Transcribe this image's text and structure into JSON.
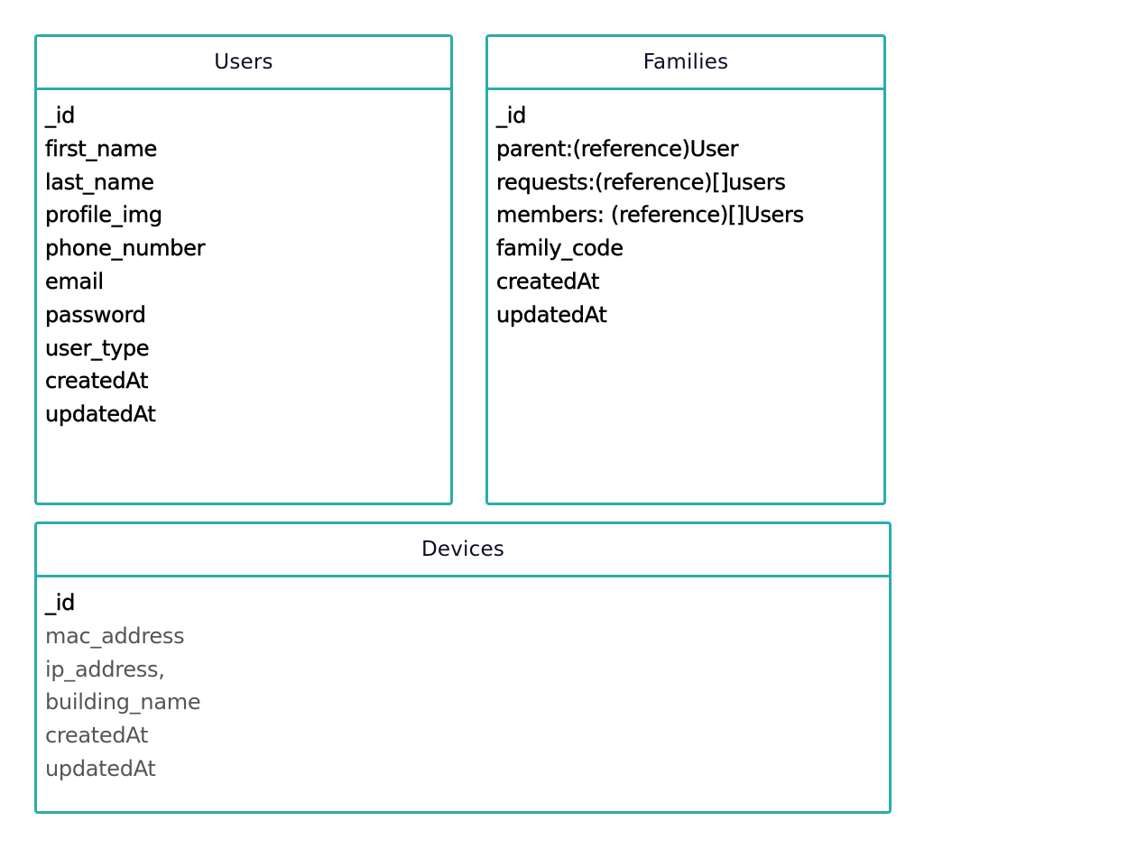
{
  "entities": {
    "users": {
      "title": "Users",
      "fields": [
        "_id",
        "first_name",
        "last_name",
        "profile_img",
        "phone_number",
        "email",
        "password",
        "user_type",
        "createdAt",
        "updatedAt"
      ]
    },
    "families": {
      "title": "Families",
      "fields": [
        "_id",
        "parent:(reference)User",
        "requests:(reference)[]users",
        "members: (reference)[]Users",
        "family_code",
        "createdAt",
        "updatedAt"
      ]
    },
    "devices": {
      "title": "Devices",
      "fields": [
        "_id",
        "mac_address",
        "ip_address,",
        "building_name",
        "createdAt",
        "updatedAt"
      ]
    }
  },
  "colors": {
    "border": "#2aadab",
    "title_text": "#0c0c24",
    "field_text": "#000000",
    "muted_field_text": "#555555"
  }
}
